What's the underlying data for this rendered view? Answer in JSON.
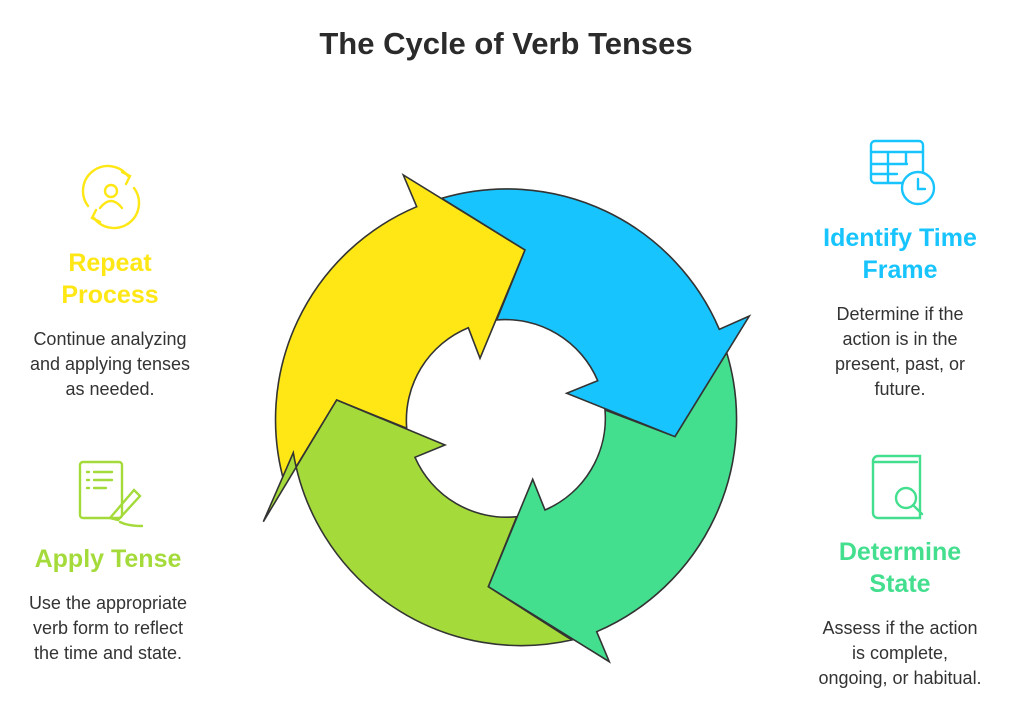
{
  "title": "The Cycle of Verb Tenses",
  "colors": {
    "yellow": "#FEE715",
    "blue": "#18C4FD",
    "green": "#43DF8F",
    "lime": "#A4DB3A",
    "outline": "#333333"
  },
  "steps": [
    {
      "id": "identify",
      "icon": "calendar-clock-icon",
      "heading": [
        "Identify Time",
        "Frame"
      ],
      "body": [
        "Determine if the",
        "action is in the",
        "present, past, or",
        "future."
      ]
    },
    {
      "id": "determine",
      "icon": "book-search-icon",
      "heading": [
        "Determine",
        "State"
      ],
      "body": [
        "Assess if the action",
        "is complete,",
        "ongoing, or habitual."
      ]
    },
    {
      "id": "apply",
      "icon": "checklist-pen-icon",
      "heading": [
        "Apply Tense"
      ],
      "body": [
        "Use the appropriate",
        "verb form to reflect",
        "the time and state."
      ]
    },
    {
      "id": "repeat",
      "icon": "user-cycle-icon",
      "heading": [
        "Repeat",
        "Process"
      ],
      "body": [
        "Continue analyzing",
        "and applying tenses",
        "as needed."
      ]
    }
  ]
}
